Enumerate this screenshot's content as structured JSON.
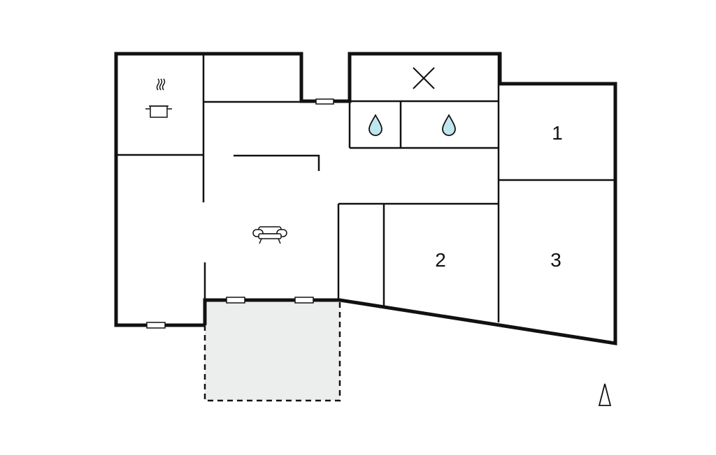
{
  "floorplan": {
    "rooms": [
      {
        "id": "bedroom-1",
        "label": "1"
      },
      {
        "id": "bedroom-2",
        "label": "2"
      },
      {
        "id": "bedroom-3",
        "label": "3"
      }
    ],
    "icons": {
      "kitchen": "cooking-pot-icon",
      "living": "sofa-icon",
      "bathroom": "water-drop-icon",
      "technical": "cross-icon",
      "north": "north-arrow-icon"
    },
    "colors": {
      "wall": "#111111",
      "terrace_fill": "#eceeee",
      "water": "#bfe6ee"
    }
  }
}
